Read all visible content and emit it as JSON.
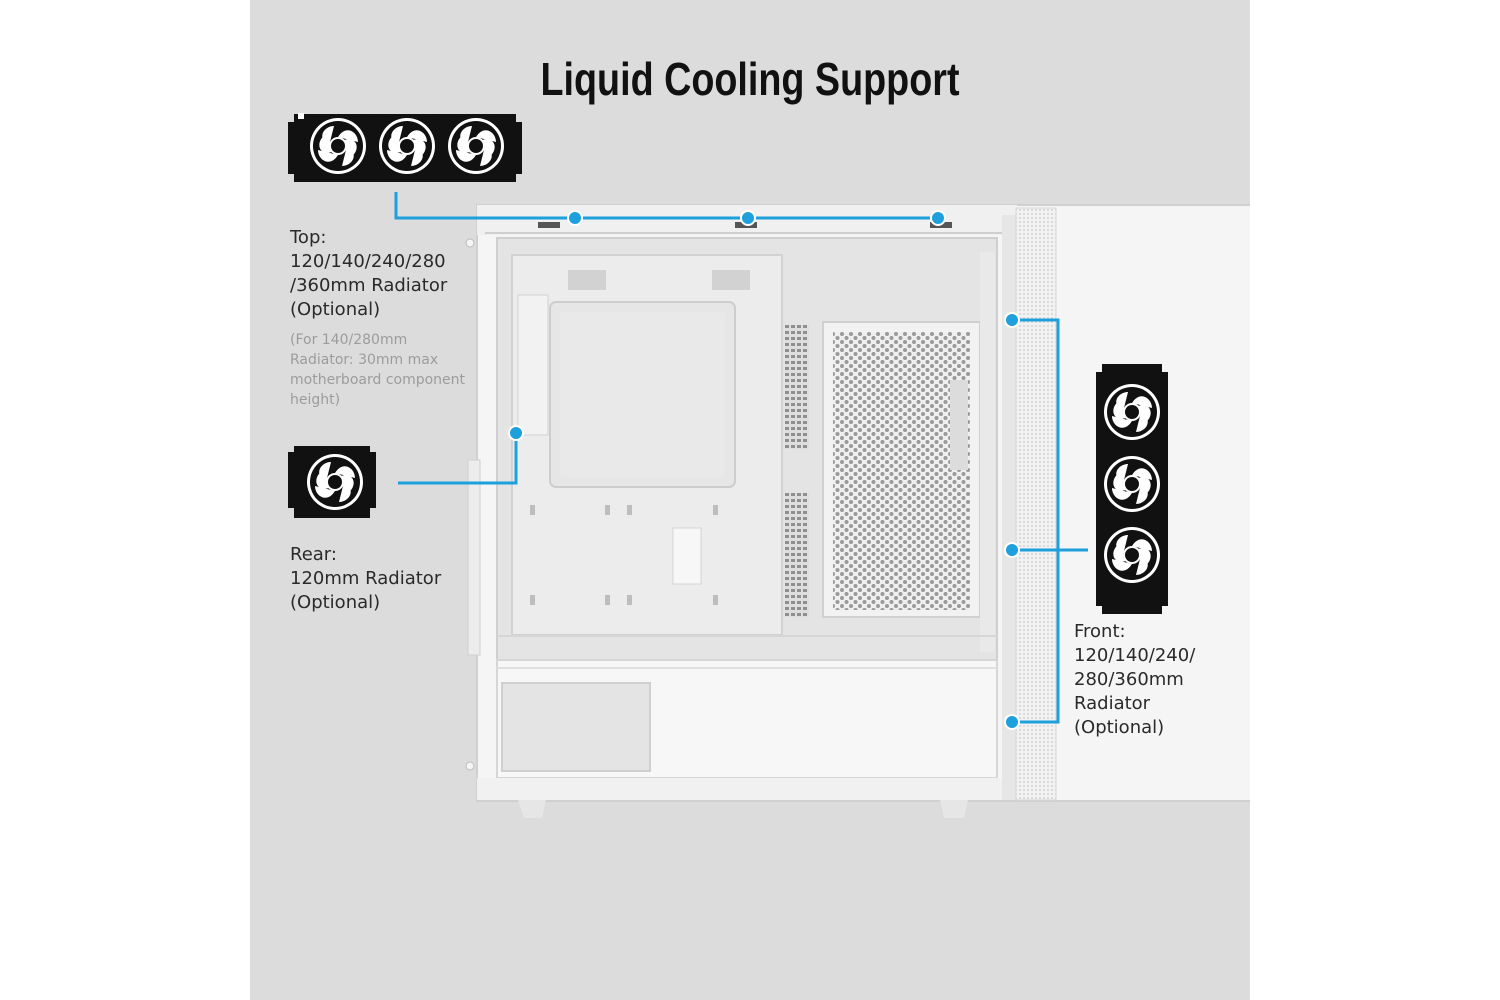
{
  "title": "Liquid Cooling Support",
  "colors": {
    "background": "#dcdcdc",
    "callout_line": "#1ea0dc",
    "case_body": "#f4f4f4",
    "radiator": "#111111"
  },
  "callouts": {
    "top": {
      "label": "Top:\n120/140/240/280\n/360mm Radiator\n(Optional)",
      "note": "(For 140/280mm\nRadiator: 30mm max\nmotherboard component\nheight)",
      "radiator_icon": "radiator-3-fan-horizontal-icon"
    },
    "rear": {
      "label": "Rear:\n120mm Radiator\n(Optional)",
      "radiator_icon": "radiator-1-fan-icon"
    },
    "front": {
      "label": "Front:\n120/140/240/\n280/360mm\nRadiator\n(Optional)",
      "radiator_icon": "radiator-3-fan-vertical-icon"
    }
  }
}
